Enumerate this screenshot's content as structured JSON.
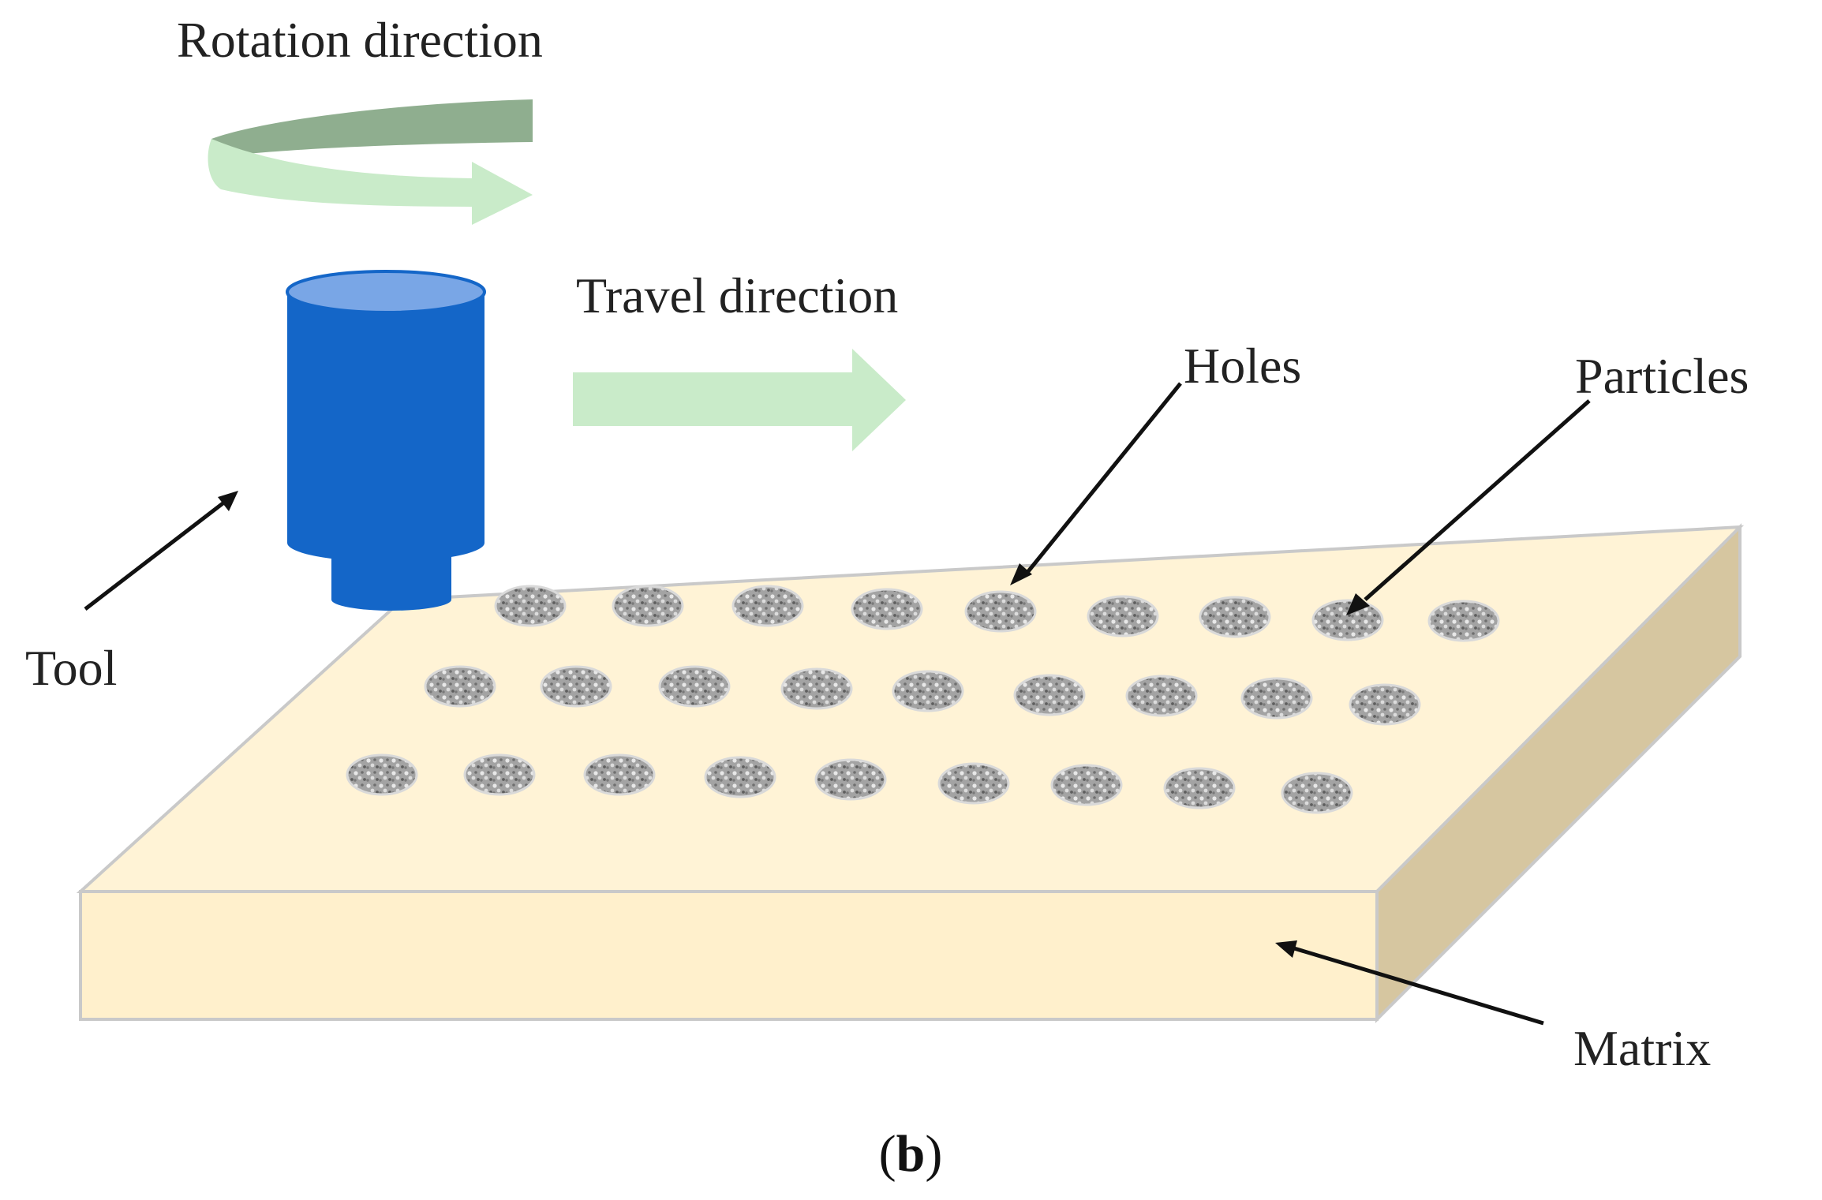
{
  "labels": {
    "rotation": "Rotation direction",
    "travel": "Travel direction",
    "holes": "Holes",
    "particles": "Particles",
    "tool": "Tool",
    "matrix": "Matrix"
  },
  "caption": {
    "open": "(",
    "letter": "b",
    "close": ")"
  },
  "colors": {
    "matrix_top": "#fff3d6",
    "matrix_front": "#fff0cc",
    "matrix_side": "#d6c6a0",
    "matrix_edge": "#c9c9c9",
    "tool_body": "#1466c8",
    "tool_top": "#79a6e6",
    "arrow_light": "#c9ebc9",
    "arrow_dark": "#8fae8f",
    "hole_fill": "#9c9c9c",
    "text": "#222222"
  },
  "icons": {
    "rotation": "curved-arrow-icon",
    "travel": "right-arrow-icon"
  },
  "particle_rows": [
    9,
    9,
    9
  ]
}
